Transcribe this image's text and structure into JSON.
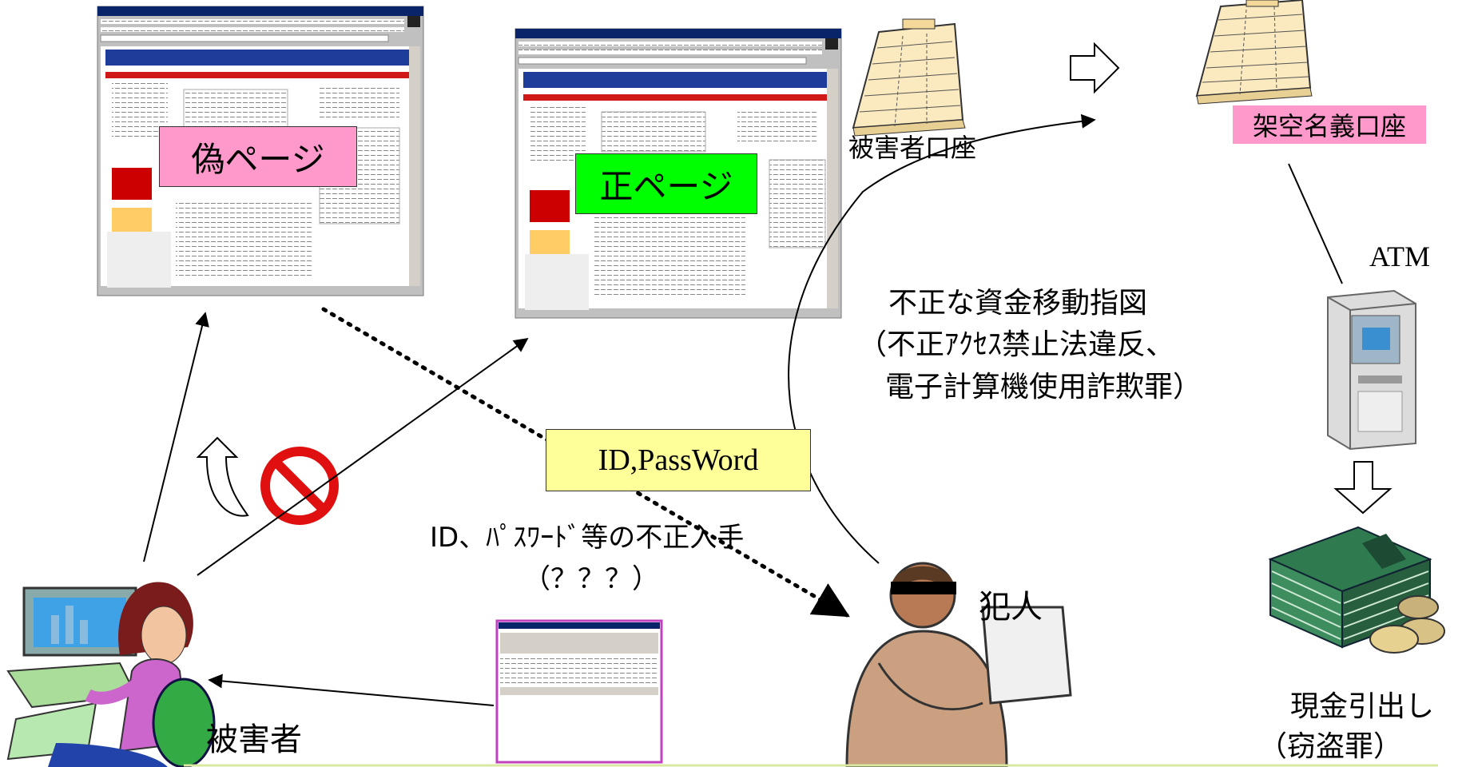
{
  "labels": {
    "fake_page": "偽ページ",
    "real_page": "正ページ",
    "victim_account": "被害者口座",
    "fictitious_account": "架空名義口座",
    "atm": "ATM",
    "instruction_line1": "不正な資金移動指図",
    "instruction_line2": "（不正ｱｸｾｽ禁止法違反、",
    "instruction_line3": "電子計算機使用詐欺罪）",
    "id_password": "ID,PassWord",
    "acquisition_line1": "ID、ﾊﾟｽﾜｰﾄﾞ等の不正入手",
    "acquisition_line2": "（？？？）",
    "criminal": "犯人",
    "victim": "被害者",
    "withdrawal_line1": "現金引出し",
    "withdrawal_line2": "（窃盗罪）"
  },
  "colors": {
    "fake_page_box": "#ff99cc",
    "real_page_box": "#00ff00",
    "fictitious_account_box": "#ff99cc",
    "id_box": "#ffff99",
    "bottom_border": "#d8e8a0"
  }
}
